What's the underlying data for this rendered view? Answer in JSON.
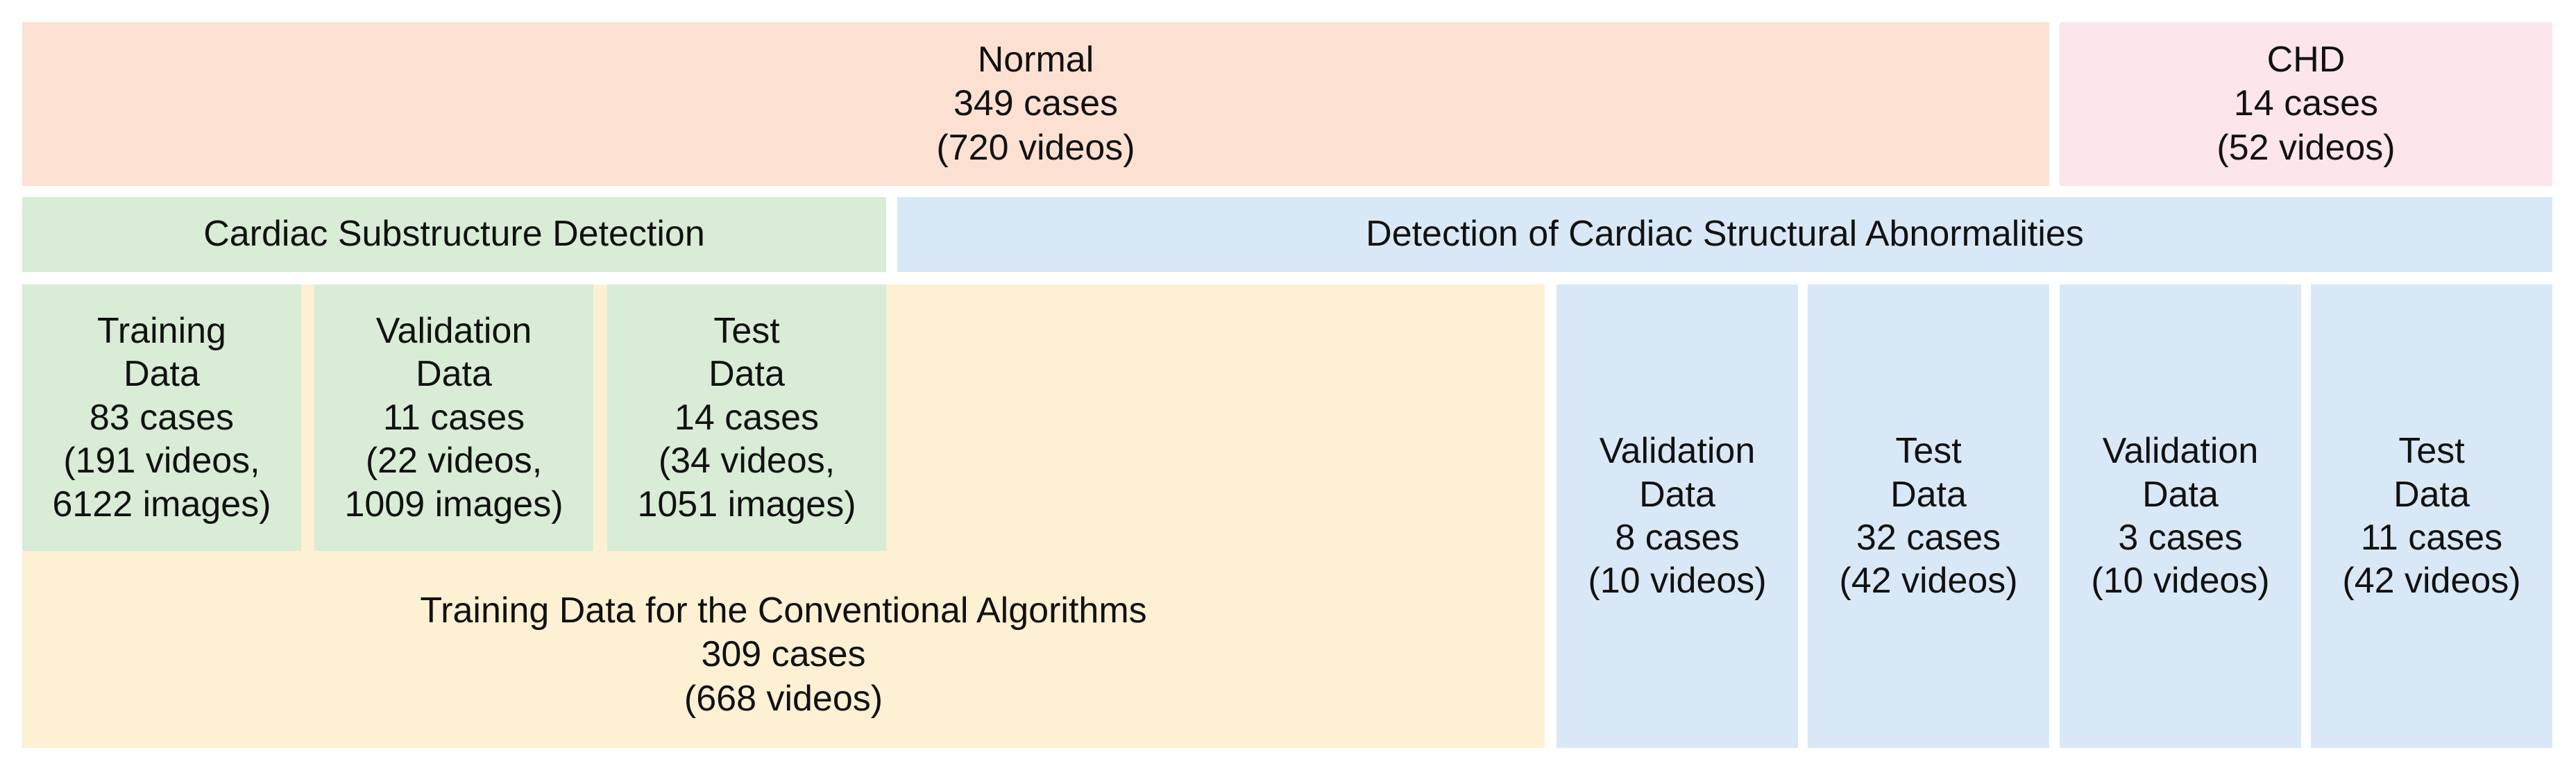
{
  "header": {
    "normal": {
      "title": "Normal",
      "cases": "349 cases",
      "videos": "(720 videos)"
    },
    "chd": {
      "title": "CHD",
      "cases": "14 cases",
      "videos": "(52 videos)"
    }
  },
  "tasks": {
    "substructure_detection": "Cardiac Substructure Detection",
    "abnormality_detection": "Detection of Cardiac Structural Abnormalities"
  },
  "substructure_splits": [
    {
      "line1": "Training",
      "line2": "Data",
      "cases": "83 cases",
      "detail1": "(191 videos,",
      "detail2": "6122 images)"
    },
    {
      "line1": "Validation",
      "line2": "Data",
      "cases": "11 cases",
      "detail1": "(22 videos,",
      "detail2": "1009 images)"
    },
    {
      "line1": "Test",
      "line2": "Data",
      "cases": "14 cases",
      "detail1": "(34 videos,",
      "detail2": "1051 images)"
    }
  ],
  "conventional": {
    "title": "Training Data for the Conventional Algorithms",
    "cases": "309 cases",
    "videos": "(668 videos)"
  },
  "abnormality_splits": [
    {
      "group": "Normal",
      "line1": "Validation",
      "line2": "Data",
      "cases": "8 cases",
      "videos": "(10 videos)"
    },
    {
      "group": "Normal",
      "line1": "Test",
      "line2": "Data",
      "cases": "32 cases",
      "videos": "(42 videos)"
    },
    {
      "group": "CHD",
      "line1": "Validation",
      "line2": "Data",
      "cases": "3 cases",
      "videos": "(10 videos)"
    },
    {
      "group": "CHD",
      "line1": "Test",
      "line2": "Data",
      "cases": "11 cases",
      "videos": "(42 videos)"
    }
  ],
  "colors": {
    "normal": "#fce1d3",
    "chd": "#fde5ec",
    "substructure": "#d8ecd6",
    "abnormality": "#d9e8f6",
    "conventional": "#fdf0d3"
  }
}
